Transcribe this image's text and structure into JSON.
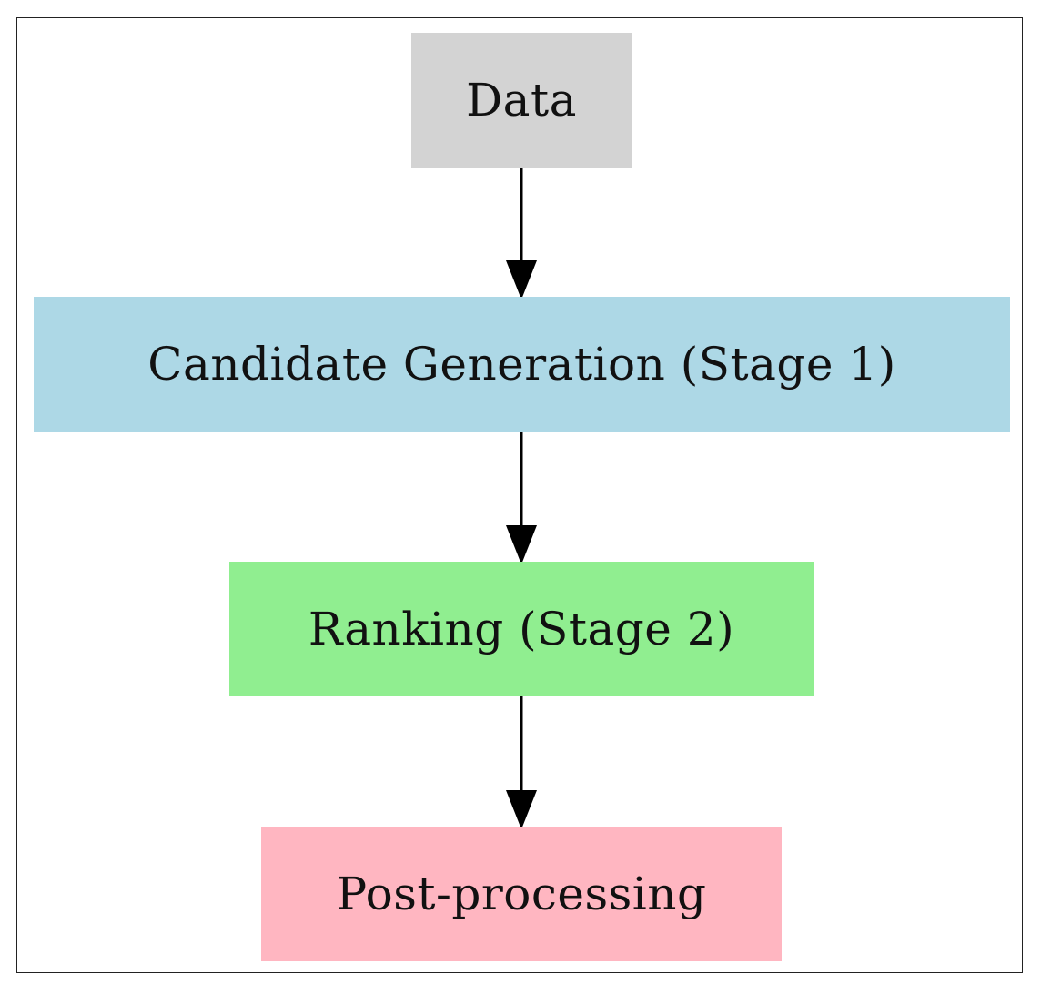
{
  "diagram": {
    "type": "flowchart",
    "direction": "top-to-bottom",
    "nodes": [
      {
        "id": "data",
        "label": "Data",
        "color": "#d3d3d3"
      },
      {
        "id": "candidate",
        "label": "Candidate Generation (Stage 1)",
        "color": "#add8e6"
      },
      {
        "id": "ranking",
        "label": "Ranking (Stage 2)",
        "color": "#90ee90"
      },
      {
        "id": "post",
        "label": "Post-processing",
        "color": "#ffb6c1"
      }
    ],
    "edges": [
      {
        "from": "data",
        "to": "candidate"
      },
      {
        "from": "candidate",
        "to": "ranking"
      },
      {
        "from": "ranking",
        "to": "post"
      }
    ]
  }
}
